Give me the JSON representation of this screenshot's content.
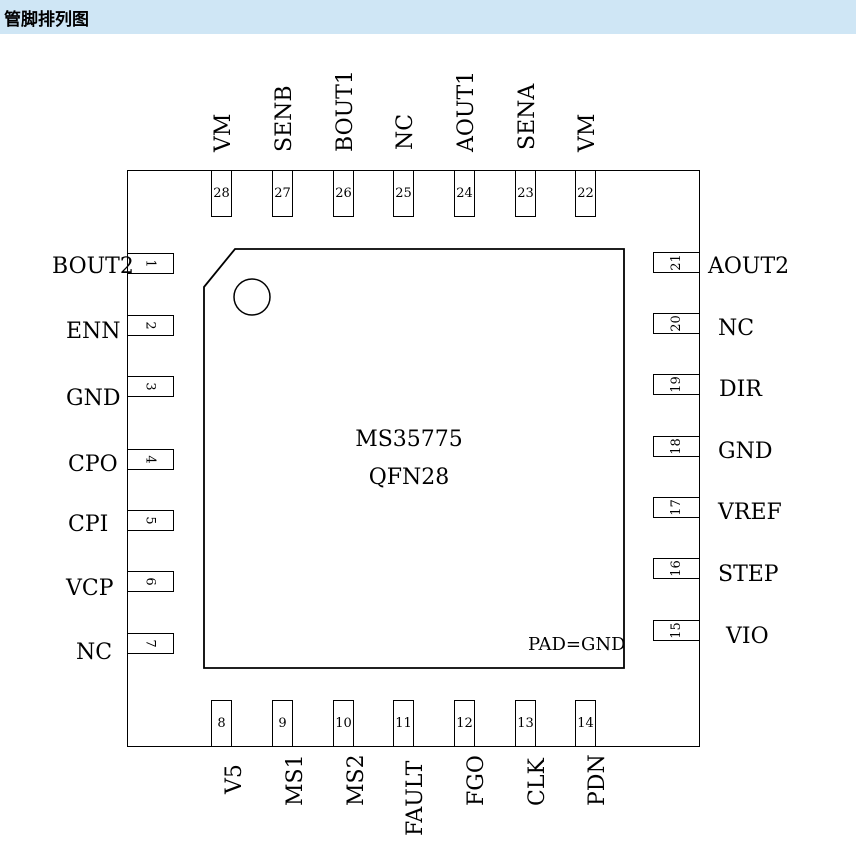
{
  "header": {
    "title": "管脚排列图"
  },
  "chip": {
    "part": "MS35775",
    "package": "QFN28",
    "pad_note": "PAD=GND"
  },
  "pins": {
    "left": [
      {
        "num": "1",
        "name": "BOUT2"
      },
      {
        "num": "2",
        "name": "ENN"
      },
      {
        "num": "3",
        "name": "GND"
      },
      {
        "num": "4",
        "name": "CPO"
      },
      {
        "num": "5",
        "name": "CPI"
      },
      {
        "num": "6",
        "name": "VCP"
      },
      {
        "num": "7",
        "name": "NC"
      }
    ],
    "bottom": [
      {
        "num": "8",
        "name": "V5"
      },
      {
        "num": "9",
        "name": "MS1"
      },
      {
        "num": "10",
        "name": "MS2"
      },
      {
        "num": "11",
        "name": "FAULT"
      },
      {
        "num": "12",
        "name": "FGO"
      },
      {
        "num": "13",
        "name": "CLK"
      },
      {
        "num": "14",
        "name": "PDN"
      }
    ],
    "right": [
      {
        "num": "15",
        "name": "VIO"
      },
      {
        "num": "16",
        "name": "STEP"
      },
      {
        "num": "17",
        "name": "VREF"
      },
      {
        "num": "18",
        "name": "GND"
      },
      {
        "num": "19",
        "name": "DIR"
      },
      {
        "num": "20",
        "name": "NC"
      },
      {
        "num": "21",
        "name": "AOUT2"
      }
    ],
    "top": [
      {
        "num": "22",
        "name": "VM"
      },
      {
        "num": "23",
        "name": "SENA"
      },
      {
        "num": "24",
        "name": "AOUT1"
      },
      {
        "num": "25",
        "name": "NC"
      },
      {
        "num": "26",
        "name": "BOUT1"
      },
      {
        "num": "27",
        "name": "SENB"
      },
      {
        "num": "28",
        "name": "VM"
      }
    ]
  }
}
